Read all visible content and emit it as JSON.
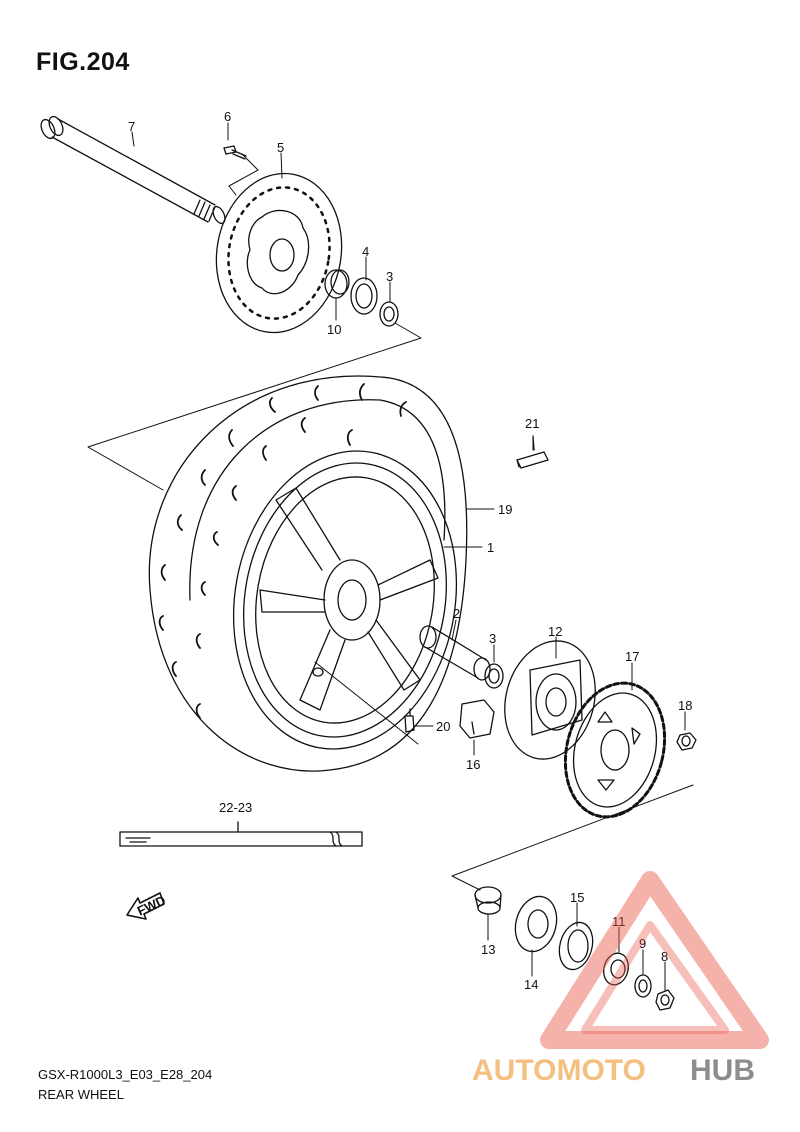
{
  "figure": {
    "title": "FIG.204"
  },
  "callouts": {
    "c1": "1",
    "c2": "2",
    "c3a": "3",
    "c3b": "3",
    "c4": "4",
    "c5": "5",
    "c6": "6",
    "c7": "7",
    "c8": "8",
    "c9": "9",
    "c10": "10",
    "c11": "11",
    "c12": "12",
    "c13": "13",
    "c14": "14",
    "c15": "15",
    "c16": "16",
    "c17": "17",
    "c18": "18",
    "c19": "19",
    "c20": "20",
    "c21": "21",
    "c22_23": "22-23"
  },
  "fwd_label": "FWD",
  "footer": {
    "code": "GSX-R1000L3_E03_E28_204",
    "name": "REAR WHEEL"
  },
  "watermark": {
    "part1": "AUTOMOTO",
    "part2": "HUB",
    "color_primary": "#e8594a",
    "color_accent": "#f3b46a",
    "color_dark": "#7a7a7a"
  }
}
